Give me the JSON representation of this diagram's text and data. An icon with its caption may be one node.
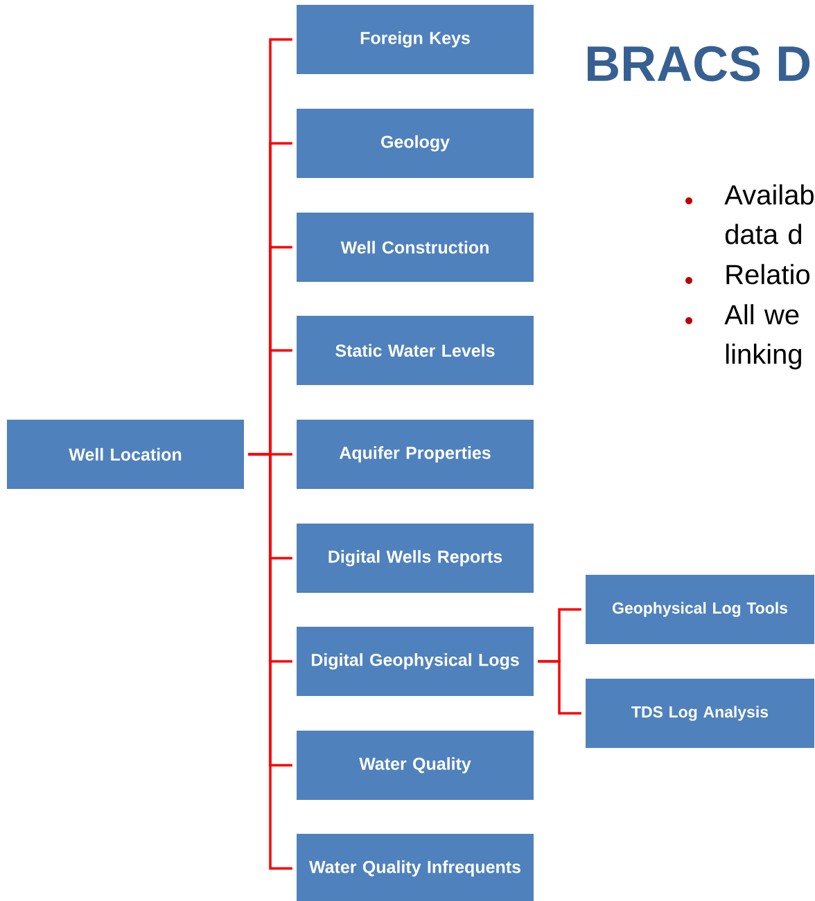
{
  "diagram": {
    "title": "BRACS D",
    "nodes": [
      {
        "text": [
          "Well Location"
        ]
      },
      {
        "text": [
          "Foreign Keys"
        ]
      },
      {
        "text": [
          "Geology"
        ]
      },
      {
        "text": [
          "Well Construction"
        ]
      },
      {
        "text": [
          "Static Water Levels"
        ]
      },
      {
        "text": [
          "Aquifer Properties"
        ]
      },
      {
        "text": [
          "Digital Wells Reports"
        ]
      },
      {
        "text": [
          "Digital Geophysical Logs"
        ]
      },
      {
        "text": [
          "Water Quality"
        ]
      },
      {
        "text": [
          "Water Quality Infrequents"
        ]
      },
      {
        "text": [
          "Geophysical Log Tools"
        ]
      },
      {
        "text": [
          "TDS Log Analysis"
        ]
      }
    ],
    "edges": [
      {
        "from": 0,
        "to": 1,
        "arrow": "none"
      },
      {
        "from": 0,
        "to": 2,
        "arrow": "none"
      },
      {
        "from": 0,
        "to": 3,
        "arrow": "none"
      },
      {
        "from": 0,
        "to": 4,
        "arrow": "none"
      },
      {
        "from": 0,
        "to": 5,
        "arrow": "none"
      },
      {
        "from": 0,
        "to": 6,
        "arrow": "none"
      },
      {
        "from": 0,
        "to": 7,
        "arrow": "none"
      },
      {
        "from": 0,
        "to": 8,
        "arrow": "none"
      },
      {
        "from": 0,
        "to": 9,
        "arrow": "none"
      },
      {
        "from": 7,
        "to": 10,
        "arrow": "none"
      },
      {
        "from": 7,
        "to": 11,
        "arrow": "none"
      }
    ],
    "labels": [
      "Availab data d",
      "Relatio",
      "All we linking"
    ]
  }
}
